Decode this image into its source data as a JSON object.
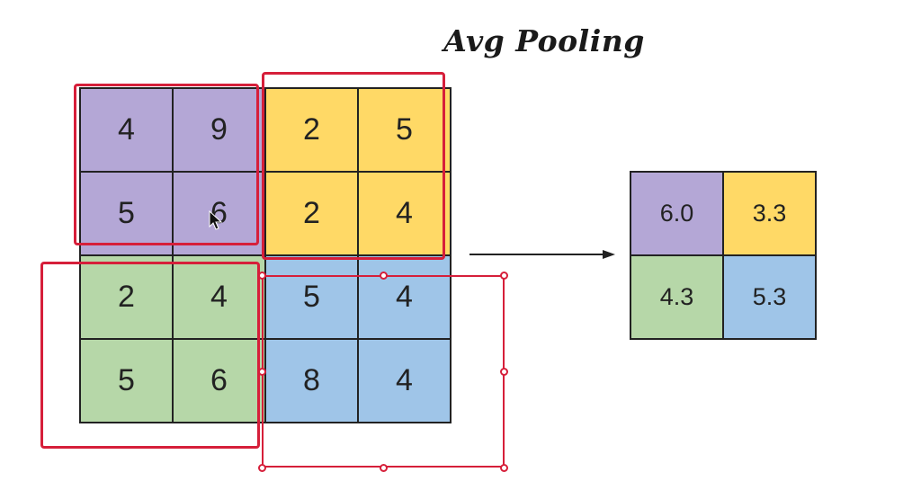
{
  "title": "Avg Pooling",
  "input_grid": {
    "rows": [
      [
        {
          "value": "4",
          "color": "purple"
        },
        {
          "value": "9",
          "color": "purple"
        },
        {
          "value": "2",
          "color": "yellow"
        },
        {
          "value": "5",
          "color": "yellow"
        }
      ],
      [
        {
          "value": "5",
          "color": "purple"
        },
        {
          "value": "6",
          "color": "purple"
        },
        {
          "value": "2",
          "color": "yellow"
        },
        {
          "value": "4",
          "color": "yellow"
        }
      ],
      [
        {
          "value": "2",
          "color": "green"
        },
        {
          "value": "4",
          "color": "green"
        },
        {
          "value": "5",
          "color": "blue"
        },
        {
          "value": "4",
          "color": "blue"
        }
      ],
      [
        {
          "value": "5",
          "color": "green"
        },
        {
          "value": "6",
          "color": "green"
        },
        {
          "value": "8",
          "color": "blue"
        },
        {
          "value": "4",
          "color": "blue"
        }
      ]
    ]
  },
  "output_grid": {
    "rows": [
      [
        {
          "value": "6.0",
          "color": "purple"
        },
        {
          "value": "3.3",
          "color": "yellow"
        }
      ],
      [
        {
          "value": "4.3",
          "color": "green"
        },
        {
          "value": "5.3",
          "color": "blue"
        }
      ]
    ]
  },
  "colors": {
    "purple": "#b4a7d6",
    "yellow": "#ffd966",
    "green": "#b6d7a8",
    "blue": "#9fc5e8",
    "selection": "#d61f3a"
  }
}
